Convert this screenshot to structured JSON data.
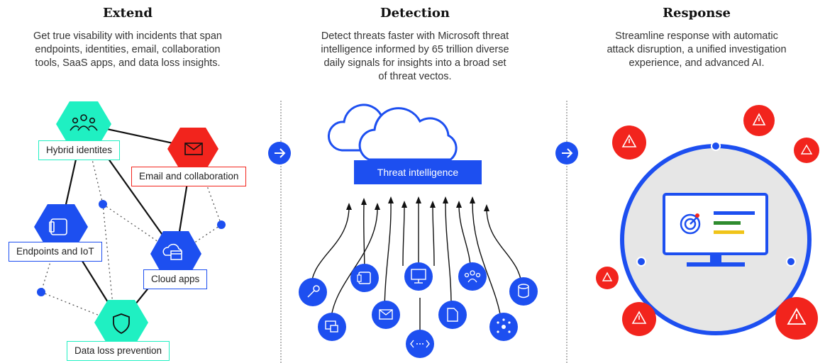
{
  "columns": [
    {
      "title": "Extend",
      "desc_lines": [
        "Get true visability with incidents that span",
        "endpoints, identities, email, collaboration",
        "tools, SaaS apps, and data loss insights."
      ]
    },
    {
      "title": "Detection",
      "desc_lines": [
        "Detect threats faster with Microsoft threat",
        "intelligence informed by 65 trillion diverse",
        "daily signals for insights into a broad set",
        "of threat vectos."
      ]
    },
    {
      "title": "Response",
      "desc_lines": [
        "Streamline response with automatic",
        "attack disruption, a unified investigation",
        "experience, and advanced AI."
      ]
    }
  ],
  "extend_nodes": {
    "hybrid_identities": "Hybrid identites",
    "email_collaboration": "Email and collaboration",
    "endpoints_iot": "Endpoints and IoT",
    "cloud_apps": "Cloud apps",
    "data_loss_prevention": "Data loss prevention"
  },
  "detection": {
    "threat_intelligence_label": "Threat intelligence",
    "source_icons": [
      "key-icon",
      "devices-icon",
      "laptop-icon",
      "mail-icon",
      "monitor-icon",
      "code-icon",
      "document-icon",
      "people-icon",
      "network-icon",
      "database-icon"
    ]
  },
  "response": {
    "center_icon": "monitor-radar-icon",
    "alert_icon": "warning-icon"
  },
  "colors": {
    "teal": "#1ff0c2",
    "red": "#f2241d",
    "blue": "#1d4ff0",
    "bar_blue": "#1d4ff0",
    "bar_green": "#2e8b2e",
    "bar_yellow": "#f0c419",
    "ring_gray": "#e6e6e6"
  }
}
